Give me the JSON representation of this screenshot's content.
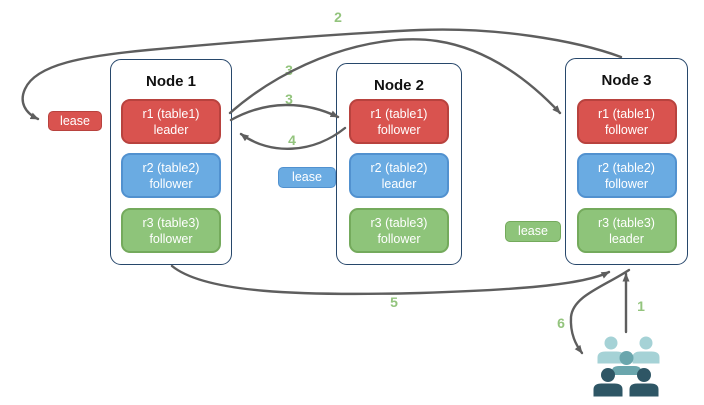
{
  "diagram": {
    "nodes": [
      {
        "title": "Node 1",
        "replicas": [
          {
            "label": "r1 (table1)",
            "role": "leader",
            "color": "red"
          },
          {
            "label": "r2 (table2)",
            "role": "follower",
            "color": "blue"
          },
          {
            "label": "r3 (table3)",
            "role": "follower",
            "color": "green"
          }
        ]
      },
      {
        "title": "Node 2",
        "replicas": [
          {
            "label": "r1 (table1)",
            "role": "follower",
            "color": "red"
          },
          {
            "label": "r2 (table2)",
            "role": "leader",
            "color": "blue"
          },
          {
            "label": "r3 (table3)",
            "role": "follower",
            "color": "green"
          }
        ]
      },
      {
        "title": "Node 3",
        "replicas": [
          {
            "label": "r1 (table1)",
            "role": "follower",
            "color": "red"
          },
          {
            "label": "r2 (table2)",
            "role": "follower",
            "color": "blue"
          },
          {
            "label": "r3 (table3)",
            "role": "leader",
            "color": "green"
          }
        ]
      }
    ],
    "leases": [
      {
        "label": "lease",
        "color": "red"
      },
      {
        "label": "lease",
        "color": "blue"
      },
      {
        "label": "lease",
        "color": "green"
      }
    ],
    "steps": [
      "1",
      "2",
      "3",
      "3",
      "4",
      "5",
      "6"
    ],
    "colors": {
      "red": "#d9534f",
      "red_border": "#b8423e",
      "blue": "#6aabe2",
      "blue_border": "#5191cf",
      "green": "#8ec47a",
      "green_border": "#74aa5c",
      "node_border": "#27476b",
      "arrow": "#5e5e5e",
      "step_label": "#93c47d",
      "users_light": "#a5d2d6",
      "users_mid": "#6aa6ad",
      "users_dark": "#2e5665"
    },
    "icons": {
      "users": "users-group"
    }
  }
}
